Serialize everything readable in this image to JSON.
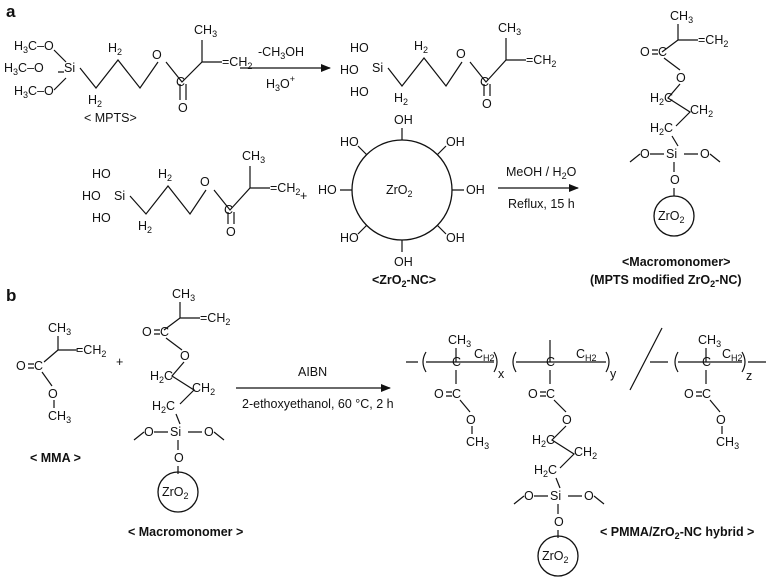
{
  "panels": {
    "a": "a",
    "b": "b"
  },
  "atoms": {
    "ch3": "CH",
    "ch3_sub": "3",
    "h2c": "H",
    "h2c_sub": "2",
    "o": "O",
    "c": "C",
    "si": "Si",
    "ho": "HO",
    "oh": "OH",
    "c_h3o": "H",
    "c_h3o_sub": "3",
    "c_h3o_tail": "C–O",
    "h3c": "H",
    "h3c_sub": "3",
    "h3c_tail": "C",
    "eq_ch2": "=CH",
    "eq_ch2_sub": "2",
    "zr": "ZrO",
    "zr_sub": "2",
    "x": "x",
    "y": "y",
    "z": "z"
  },
  "labels": {
    "mpts": "< MPTS>",
    "zrnc_main": "<ZrO",
    "zrnc_sub": "2",
    "zrnc_tail": "-NC>",
    "macro_a1": "<Macromonomer>",
    "macro_a2_main": "(MPTS modified ZrO",
    "macro_a2_sub": "2",
    "macro_a2_tail": "-NC)",
    "mma": "< MMA >",
    "macro_b": "< Macromonomer >",
    "hybrid_main": "< PMMA/ZrO",
    "hybrid_sub": "2",
    "hybrid_tail": "-NC hybrid >"
  },
  "operators": {
    "plus": "+",
    "slash": "/"
  },
  "reactions": {
    "r1_top": "-CH",
    "r1_top_sub": "3",
    "r1_top_tail": "OH",
    "r1_bot_main": "H",
    "r1_bot_sub": "3",
    "r1_bot_tail": "O",
    "r1_bot_sup": "+",
    "r2_top_main": "MeOH / H",
    "r2_top_sub": "2",
    "r2_top_tail": "O",
    "r2_bot": "Reflux, 15 h",
    "r3_top": "AIBN",
    "r3_bot": "2-ethoxyethanol, 60 °C, 2 h"
  }
}
